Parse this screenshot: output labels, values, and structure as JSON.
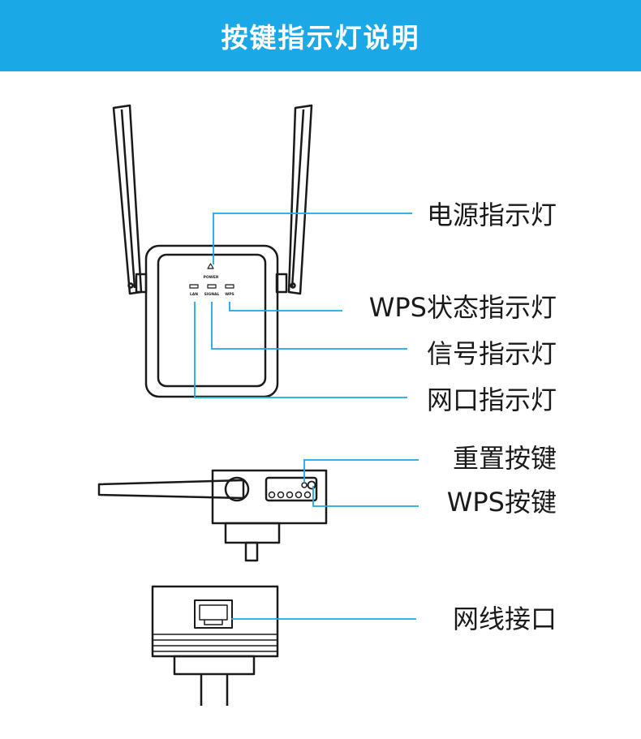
{
  "header": {
    "title": "按键指示灯说明"
  },
  "device_labels": {
    "power": "POWER",
    "lan": "LAN",
    "signal": "SIGNAL",
    "wps": "WPS"
  },
  "callouts": [
    {
      "name": "power-led-label",
      "text": "电源指示灯"
    },
    {
      "name": "wps-led-label",
      "text": "WPS状态指示灯"
    },
    {
      "name": "signal-led-label",
      "text": "信号指示灯"
    },
    {
      "name": "lan-led-label",
      "text": "网口指示灯"
    },
    {
      "name": "reset-button-label",
      "text": "重置按键"
    },
    {
      "name": "wps-button-label",
      "text": "WPS按键"
    },
    {
      "name": "ethernet-port-label",
      "text": "网线接口"
    }
  ],
  "colors": {
    "header_bg": "#1aa9e6",
    "leader_line": "#1aa9e6",
    "outline": "#1a1a1a"
  }
}
